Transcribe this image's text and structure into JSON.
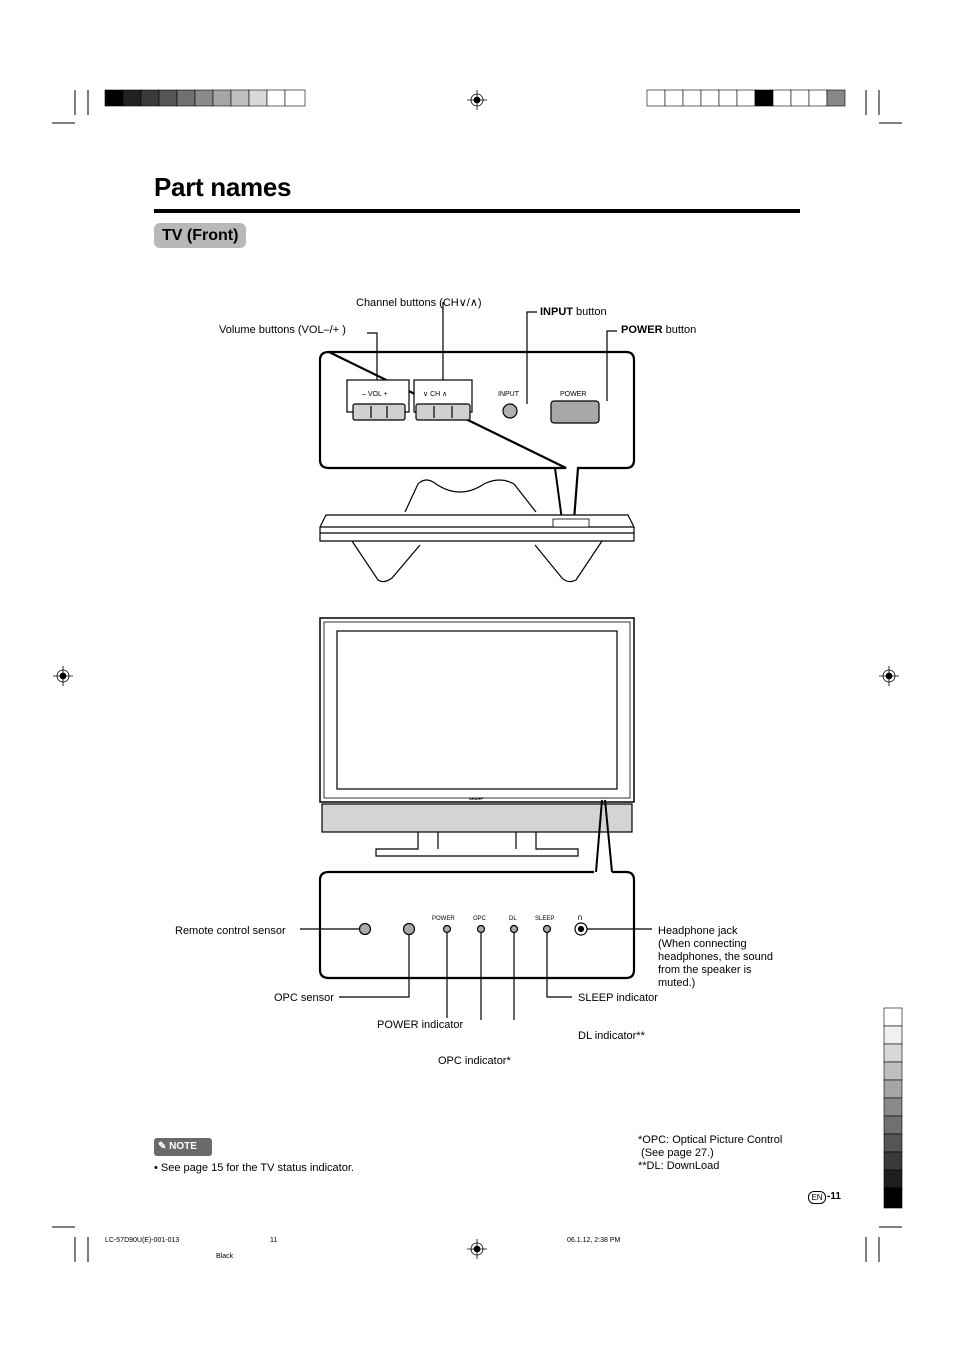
{
  "page": {
    "title": "Part names",
    "section": "TV (Front)",
    "page_badge": "EN",
    "page_number": "-11"
  },
  "top_panel": {
    "labels": {
      "channel_buttons": "Channel buttons (CH∨/∧)",
      "input_bold": "INPUT",
      "input_rest": " button",
      "volume_buttons": "Volume buttons (VOL–/+ )",
      "power_bold": "POWER",
      "power_rest": " button"
    },
    "control_text": {
      "vol": "–  VOL  +",
      "ch": "∨  CH  ∧",
      "input": "INPUT",
      "power": "POWER"
    }
  },
  "tv": {
    "brand": "SHARP"
  },
  "bottom_panel": {
    "indicator_text": [
      "POWER",
      "OPC",
      "DL",
      "SLEEP",
      "∩"
    ],
    "labels": {
      "remote_sensor": "Remote control sensor",
      "opc_sensor": "OPC sensor",
      "power_indicator": "POWER indicator",
      "opc_indicator": "OPC indicator*",
      "dl_indicator": "DL indicator**",
      "sleep_indicator": "SLEEP indicator",
      "headphone_1": "Headphone jack",
      "headphone_2": "(When connecting",
      "headphone_3": "headphones, the sound",
      "headphone_4": "from the speaker is",
      "headphone_5": "muted.)"
    }
  },
  "note": {
    "badge": "NOTE",
    "bullet": "See page 15 for the TV status indicator."
  },
  "footnotes": {
    "line1": "*OPC: Optical Picture Control",
    "line2": " (See page 27.)",
    "line3": "**DL: DownLoad"
  },
  "footer": {
    "doc_id": "LC-57D90U(E)-001-013",
    "page": "11",
    "date": "06.1.12, 2:38 PM",
    "color": "Black"
  },
  "colors": {
    "gray_tab": "#b8b8b8",
    "note_badge": "#6a6a6a"
  }
}
